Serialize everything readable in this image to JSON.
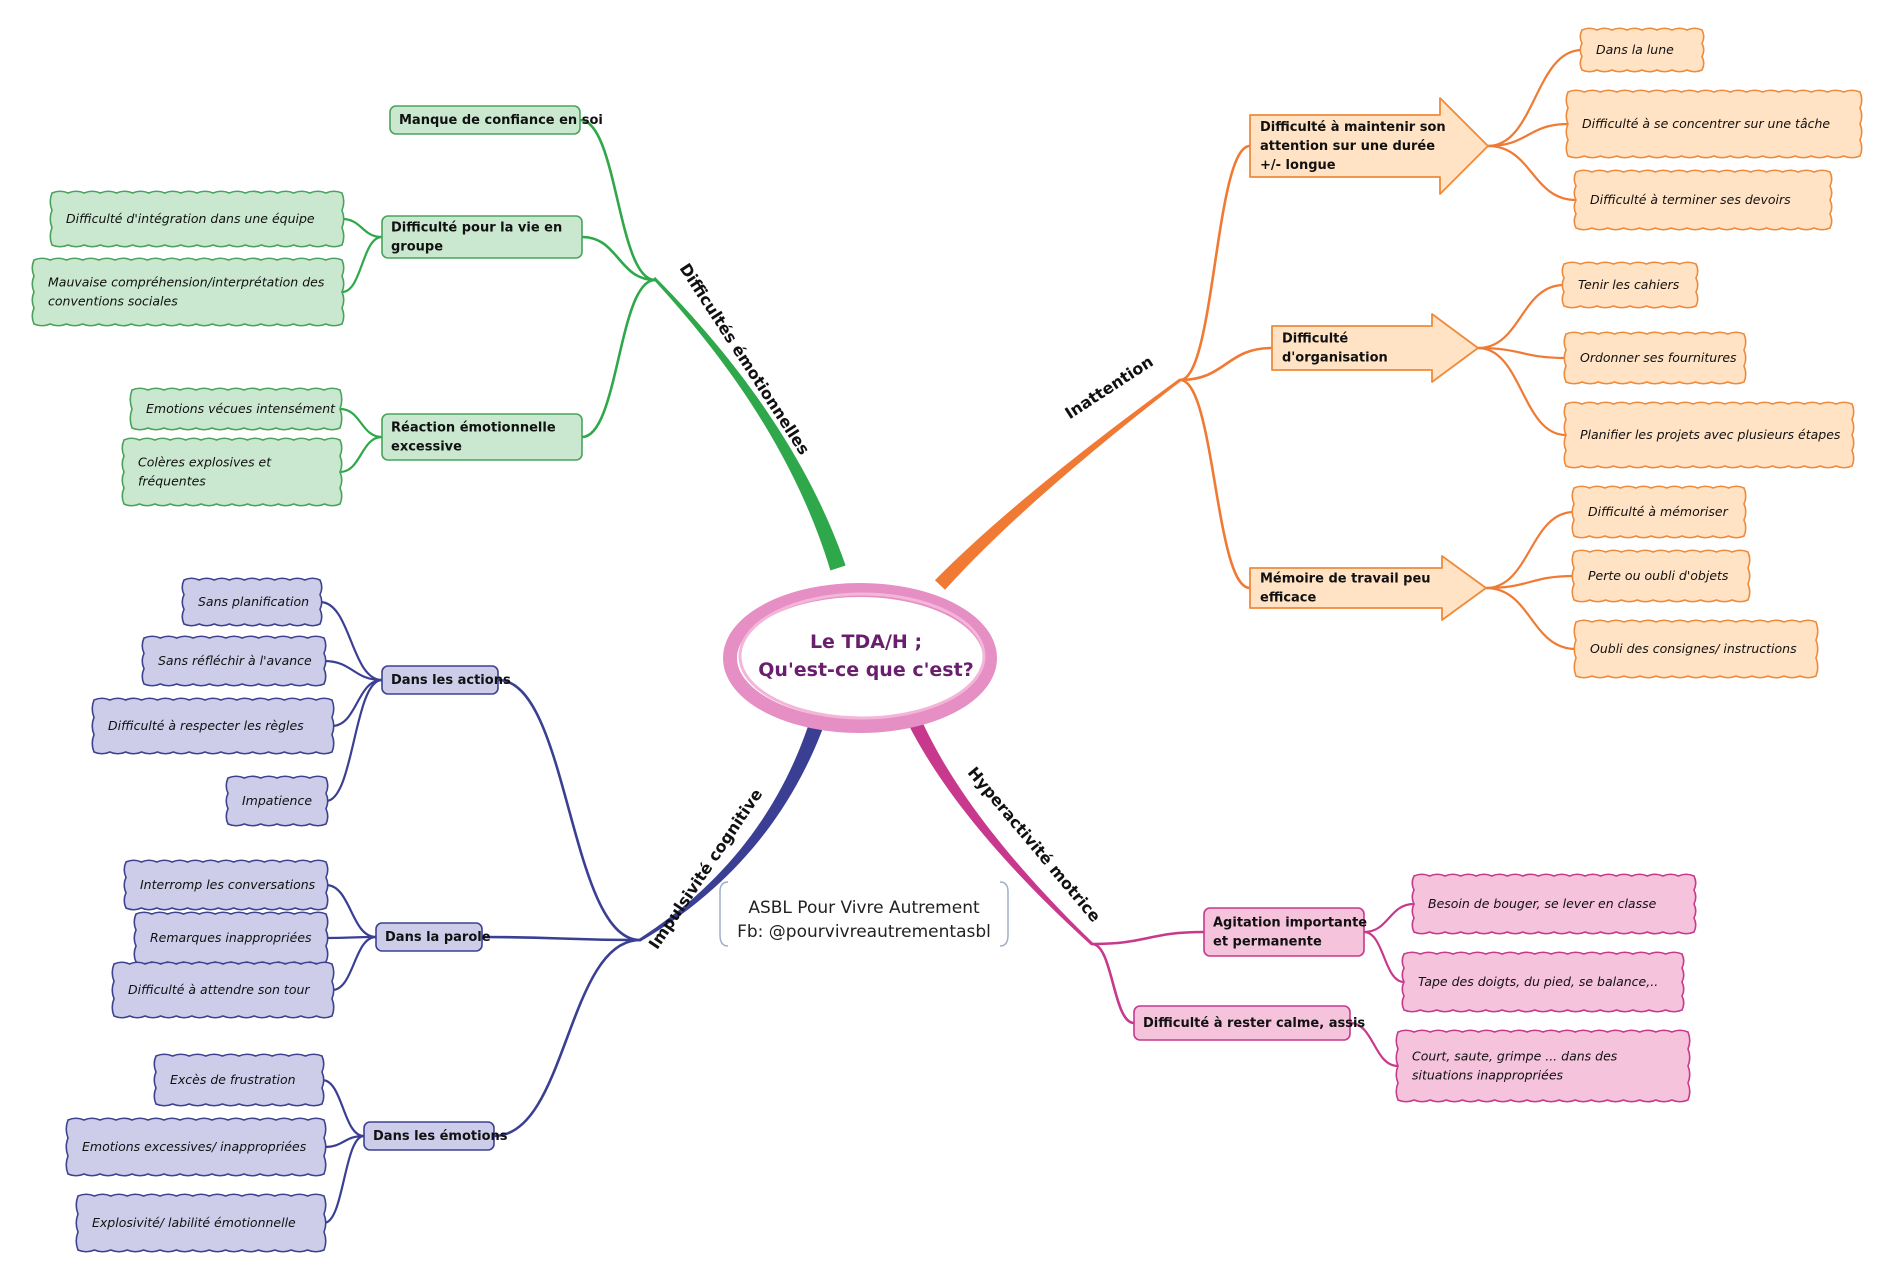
{
  "center": {
    "line1": "Le TDA/H ;",
    "line2": "Qu'est-ce que c'est?"
  },
  "credit": {
    "line1": "ASBL Pour Vivre Autrement",
    "line2": "Fb: @pourvivreautrementasbl"
  },
  "colors": {
    "center": "#e68fc4",
    "center_text": "#6a1f6e",
    "emotional": "#2ea84a",
    "emotional_fill": "#c9e8cf",
    "emotional_edge": "#4aa35a",
    "inattention": "#f07a34",
    "inattention_fill": "#ffe3c4",
    "inattention_edge": "#ef8a3a",
    "impulsivity": "#3a3f94",
    "impulsivity_fill": "#cdcdea",
    "impulsivity_edge": "#3d428f",
    "hyperactivity": "#c8388c",
    "hyperactivity_fill": "#f5c3dc",
    "hyperactivity_edge": "#c8388c"
  },
  "branches": {
    "emotional": {
      "title": "Difficultés émotionnelles",
      "subs": [
        {
          "label_lines": [
            "Manque de confiance en soi"
          ],
          "leaves": []
        },
        {
          "label_lines": [
            "Difficulté pour la vie en",
            "groupe"
          ],
          "leaves": [
            [
              "Difficulté d'intégration dans une équipe"
            ],
            [
              "Mauvaise compréhension/interprétation des",
              "conventions sociales"
            ]
          ]
        },
        {
          "label_lines": [
            "Réaction émotionnelle",
            "excessive"
          ],
          "leaves": [
            [
              "Emotions vécues intensément"
            ],
            [
              "Colères explosives et",
              "fréquentes"
            ]
          ]
        }
      ]
    },
    "inattention": {
      "title": "Inattention",
      "subs": [
        {
          "label_lines": [
            "Difficulté à maintenir son",
            "attention sur une durée",
            "+/- longue"
          ],
          "leaves": [
            [
              "Dans la lune"
            ],
            [
              "Difficulté à se concentrer sur une tâche"
            ],
            [
              "Difficulté à terminer ses devoirs"
            ]
          ]
        },
        {
          "label_lines": [
            "Difficulté",
            "d'organisation"
          ],
          "leaves": [
            [
              "Tenir les cahiers"
            ],
            [
              "Ordonner ses fournitures"
            ],
            [
              "Planifier les projets avec plusieurs étapes"
            ]
          ]
        },
        {
          "label_lines": [
            "Mémoire de travail peu",
            "efficace"
          ],
          "leaves": [
            [
              "Difficulté à mémoriser"
            ],
            [
              "Perte ou oubli d'objets"
            ],
            [
              "Oubli des consignes/ instructions"
            ]
          ]
        }
      ]
    },
    "impulsivity": {
      "title": "Impulsivité cognitive",
      "subs": [
        {
          "label_lines": [
            "Dans les actions"
          ],
          "leaves": [
            [
              "Sans planification"
            ],
            [
              "Sans réfléchir à l'avance"
            ],
            [
              "Difficulté à respecter les règles"
            ],
            [
              "Impatience"
            ]
          ]
        },
        {
          "label_lines": [
            "Dans la parole"
          ],
          "leaves": [
            [
              "Interromp les conversations"
            ],
            [
              "Remarques inappropriées"
            ],
            [
              "Difficulté à attendre son tour"
            ]
          ]
        },
        {
          "label_lines": [
            "Dans les émotions"
          ],
          "leaves": [
            [
              "Excès de frustration"
            ],
            [
              "Emotions excessives/ inappropriées"
            ],
            [
              "Explosivité/ labilité émotionnelle"
            ]
          ]
        }
      ]
    },
    "hyperactivity": {
      "title": "Hyperactivité motrice",
      "subs": [
        {
          "label_lines": [
            "Agitation importante",
            "et permanente"
          ],
          "leaves": [
            [
              "Besoin de bouger, se lever en classe"
            ],
            [
              "Tape des doigts, du pied, se balance,.."
            ]
          ]
        },
        {
          "label_lines": [
            "Difficulté à rester calme, assis"
          ],
          "leaves": [
            [
              "Court, saute, grimpe ... dans des",
              "situations inappropriées"
            ]
          ]
        }
      ]
    }
  }
}
